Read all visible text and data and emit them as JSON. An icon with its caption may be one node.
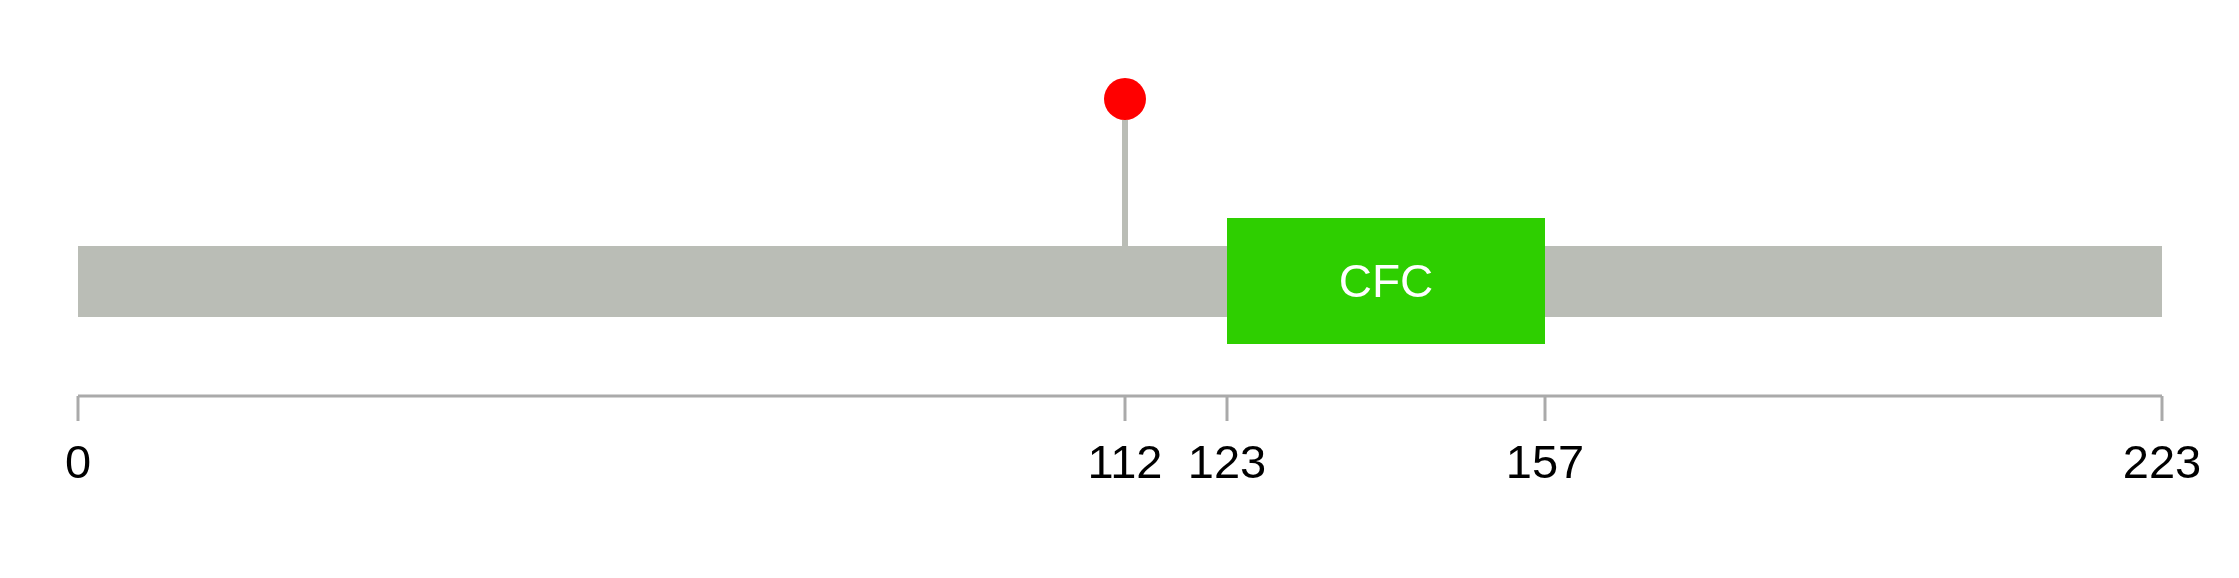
{
  "diagram": {
    "nodes": [
      {
        "text": [],
        "shape": "bar"
      },
      {
        "text": [
          "CFC"
        ]
      },
      {
        "text": [],
        "shape": "circle"
      }
    ],
    "edges": [
      {
        "from": 2,
        "to": 0,
        "arrow": "none"
      }
    ],
    "labels": [
      "0",
      "112",
      "123",
      "157",
      "223"
    ]
  }
}
